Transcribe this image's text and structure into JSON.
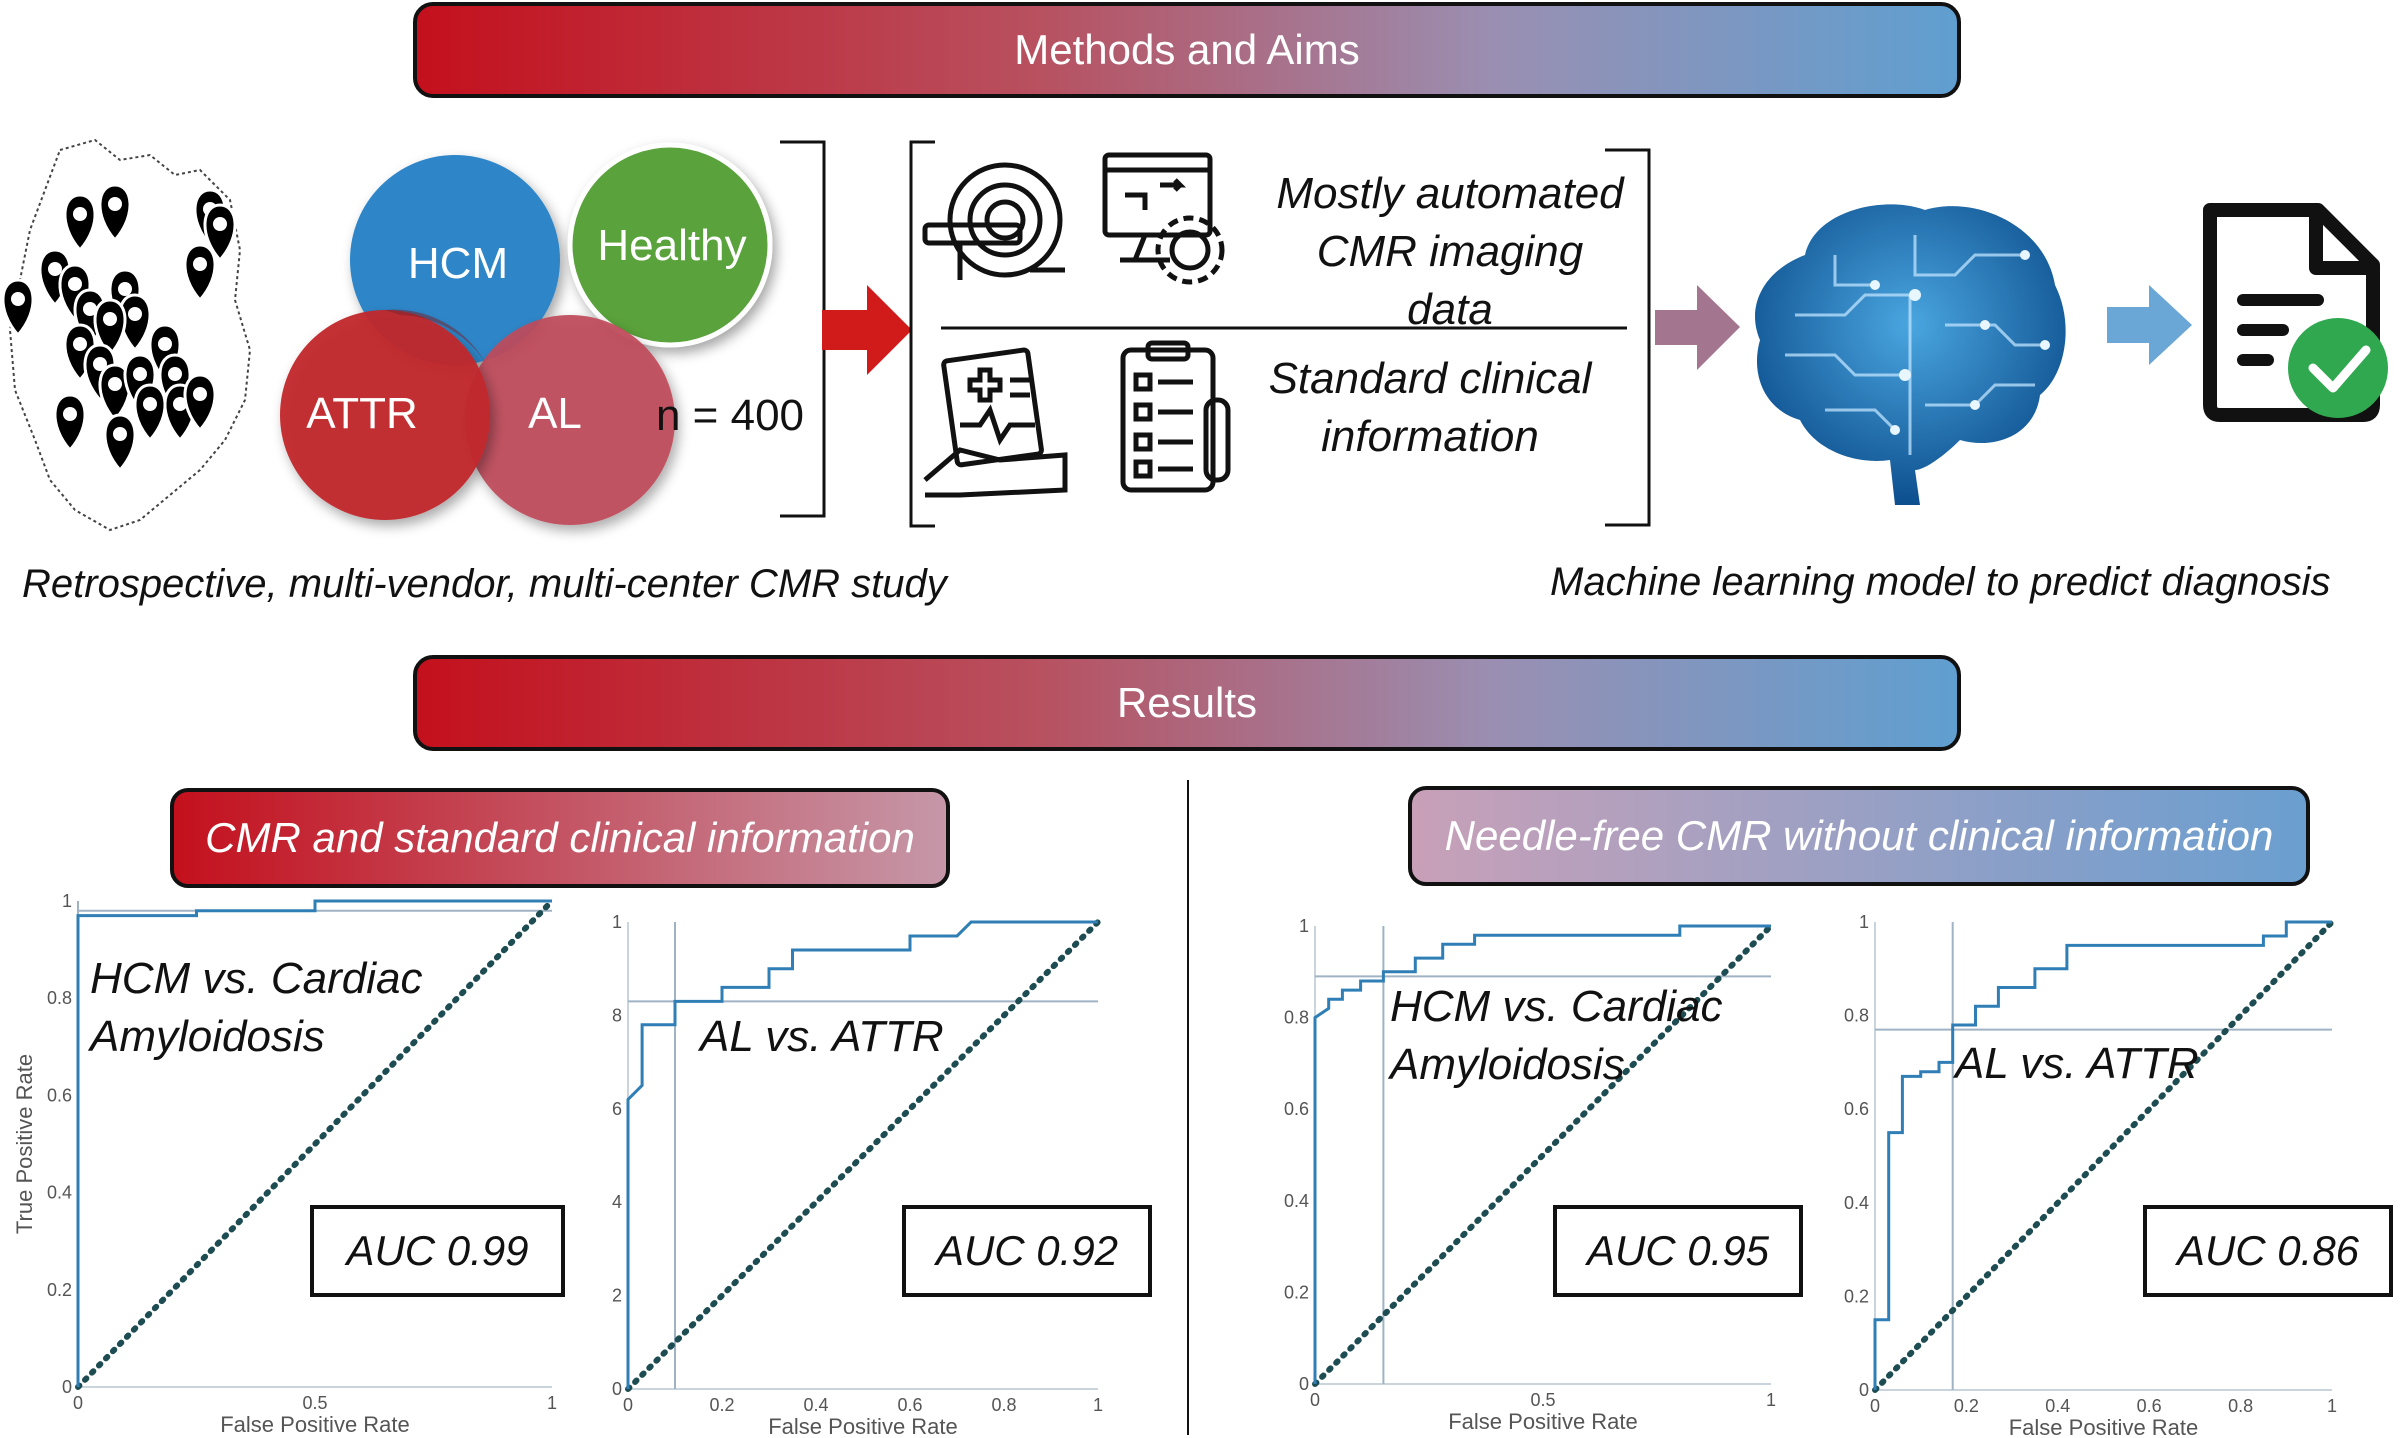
{
  "methods_banner": "Methods and Aims",
  "results_banner": "Results",
  "cohort": {
    "circles": [
      "HCM",
      "Healthy",
      "ATTR",
      "AL"
    ],
    "n_label": "n = 400",
    "caption": "Retrospective, multi-vendor, multi-center CMR study"
  },
  "inputs": {
    "imaging_label": "Mostly automated CMR imaging data",
    "imaging_line1": "Mostly automated",
    "imaging_line2": "CMR imaging data",
    "clinical_line1": "Standard clinical",
    "clinical_line2": "information"
  },
  "ml_caption": "Machine learning model to predict diagnosis",
  "sections": {
    "left_title": "CMR and standard clinical information",
    "right_title": "Needle-free CMR without clinical information"
  },
  "colors": {
    "red": "#c4101d",
    "blue": "#5f9fd0",
    "roc_line": "#2f7fb6",
    "diagonal": "#1d4d52",
    "hcm_circle": "#2e86c8",
    "healthy_circle": "#5aa23a",
    "attr_circle": "#c1272d",
    "al_circle": "#bf4b5a"
  },
  "icons": [
    "germany-map-icon",
    "mri-scanner-icon",
    "computer-gear-icon",
    "medical-record-icon",
    "lab-checklist-icon",
    "brain-circuit-icon",
    "document-check-icon"
  ],
  "chart_data": [
    {
      "type": "line",
      "panel": "CMR and standard clinical information",
      "overlay_line1": "HCM vs. Cardiac",
      "overlay_line2": "Amyloidosis",
      "auc_label": "AUC 0.99",
      "xlabel": "False Positive Rate",
      "ylabel": "True Positive Rate",
      "xticks": [
        "0",
        "0.5",
        "1"
      ],
      "yticks": [
        "0",
        "0.2",
        "0.4",
        "0.6",
        "0.8",
        "1"
      ],
      "xlim": [
        0,
        1
      ],
      "ylim": [
        0,
        1
      ],
      "roc": {
        "x": [
          0,
          0,
          0.25,
          0.25,
          0.5,
          0.5,
          1
        ],
        "y": [
          0,
          0.97,
          0.97,
          0.98,
          0.98,
          1.0,
          1.0
        ]
      },
      "threshold_x": 0,
      "threshold_y": 0.98
    },
    {
      "type": "line",
      "panel": "CMR and standard clinical information",
      "overlay_line1": "AL vs. ATTR",
      "auc_label": "AUC 0.92",
      "xlabel": "False Positive Rate",
      "xticks": [
        "0",
        "0.2",
        "0.4",
        "0.6",
        "0.8",
        "1"
      ],
      "yticks": [
        "0",
        "2",
        "4",
        "6",
        "8",
        "1"
      ],
      "xlim": [
        0,
        1
      ],
      "ylim": [
        0,
        1
      ],
      "roc": {
        "x": [
          0,
          0,
          0.03,
          0.03,
          0.1,
          0.1,
          0.2,
          0.2,
          0.3,
          0.3,
          0.35,
          0.35,
          0.6,
          0.6,
          0.7,
          0.73,
          1.0
        ],
        "y": [
          0,
          0.62,
          0.65,
          0.78,
          0.78,
          0.83,
          0.83,
          0.86,
          0.86,
          0.9,
          0.9,
          0.94,
          0.94,
          0.97,
          0.97,
          1.0,
          1.0
        ]
      },
      "threshold_x": 0.1,
      "threshold_y": 0.83
    },
    {
      "type": "line",
      "panel": "Needle-free CMR without clinical information",
      "overlay_line1": "HCM vs. Cardiac",
      "overlay_line2": "Amyloidosis",
      "auc_label": "AUC 0.95",
      "xlabel": "False Positive Rate",
      "xticks": [
        "0",
        "0.5",
        "1"
      ],
      "yticks": [
        "0",
        "0.2",
        "0.4",
        "0.6",
        "0.8",
        "1"
      ],
      "xlim": [
        0,
        1
      ],
      "ylim": [
        0,
        1
      ],
      "roc": {
        "x": [
          0,
          0,
          0.03,
          0.03,
          0.06,
          0.06,
          0.1,
          0.1,
          0.15,
          0.15,
          0.22,
          0.22,
          0.28,
          0.28,
          0.35,
          0.35,
          0.8,
          0.8,
          1.0
        ],
        "y": [
          0,
          0.8,
          0.82,
          0.84,
          0.84,
          0.86,
          0.86,
          0.88,
          0.88,
          0.9,
          0.9,
          0.93,
          0.93,
          0.96,
          0.96,
          0.98,
          0.98,
          1.0,
          1.0
        ]
      },
      "threshold_x": 0.15,
      "threshold_y": 0.89
    },
    {
      "type": "line",
      "panel": "Needle-free CMR without clinical information",
      "overlay_line1": "AL vs. ATTR",
      "auc_label": "AUC 0.86",
      "xlabel": "False Positive Rate",
      "xticks": [
        "0",
        "0.2",
        "0.4",
        "0.6",
        "0.8",
        "1"
      ],
      "yticks": [
        "0",
        "0.2",
        "0.4",
        "0.6",
        "0.8",
        "1"
      ],
      "xlim": [
        0,
        1
      ],
      "ylim": [
        0,
        1
      ],
      "roc": {
        "x": [
          0,
          0,
          0.03,
          0.03,
          0.06,
          0.06,
          0.1,
          0.1,
          0.14,
          0.14,
          0.17,
          0.17,
          0.22,
          0.22,
          0.27,
          0.27,
          0.35,
          0.35,
          0.42,
          0.42,
          0.85,
          0.85,
          0.9,
          0.9,
          1.0
        ],
        "y": [
          0,
          0.15,
          0.15,
          0.55,
          0.55,
          0.67,
          0.67,
          0.68,
          0.68,
          0.7,
          0.7,
          0.78,
          0.78,
          0.82,
          0.82,
          0.86,
          0.86,
          0.9,
          0.9,
          0.95,
          0.95,
          0.97,
          0.97,
          1.0,
          1.0
        ]
      },
      "threshold_x": 0.17,
      "threshold_y": 0.77
    }
  ]
}
